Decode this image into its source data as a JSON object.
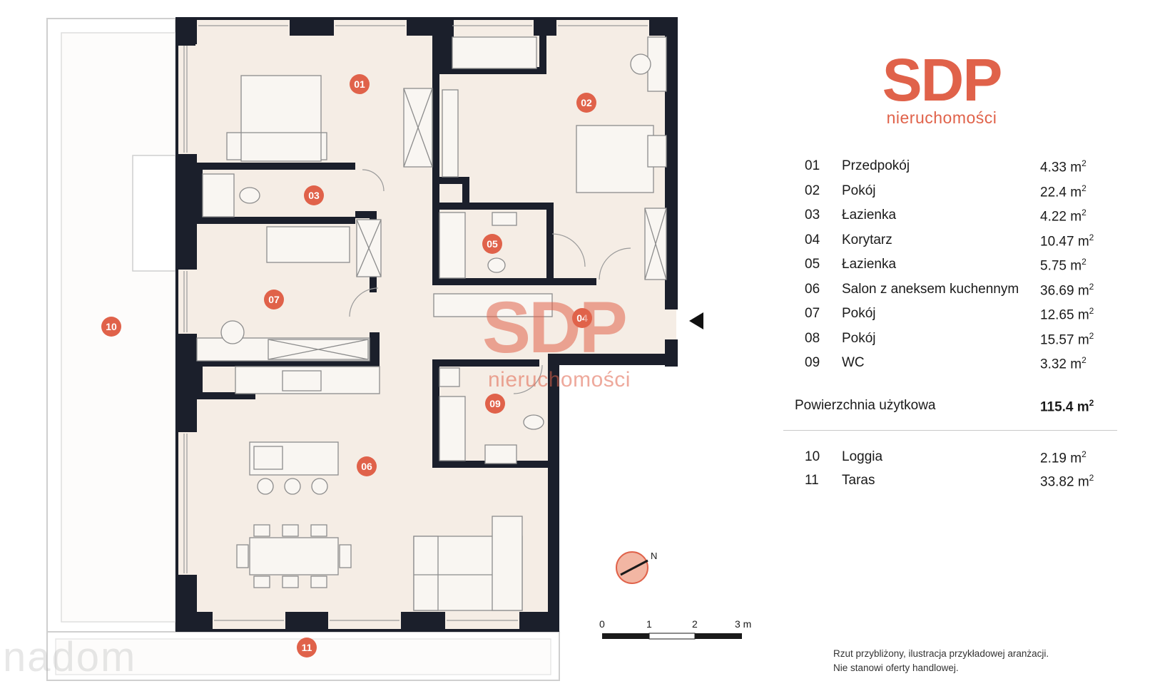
{
  "brand": {
    "logo_text": "SDP",
    "logo_subtitle": "nieruchomości",
    "color": "#e0624a"
  },
  "rooms": [
    {
      "num": "01",
      "name": "Przedpokój",
      "area": "4.33 m",
      "unit_sup": "2"
    },
    {
      "num": "02",
      "name": "Pokój",
      "area": "22.4 m",
      "unit_sup": "2"
    },
    {
      "num": "03",
      "name": "Łazienka",
      "area": "4.22 m",
      "unit_sup": "2"
    },
    {
      "num": "04",
      "name": "Korytarz",
      "area": "10.47 m",
      "unit_sup": "2"
    },
    {
      "num": "05",
      "name": "Łazienka",
      "area": "5.75 m",
      "unit_sup": "2"
    },
    {
      "num": "06",
      "name": "Salon z aneksem kuchennym",
      "area": "36.69 m",
      "unit_sup": "2"
    },
    {
      "num": "07",
      "name": "Pokój",
      "area": "12.65 m",
      "unit_sup": "2"
    },
    {
      "num": "08",
      "name": "Pokój",
      "area": "15.57 m",
      "unit_sup": "2"
    },
    {
      "num": "09",
      "name": "WC",
      "area": "3.32 m",
      "unit_sup": "2"
    }
  ],
  "total": {
    "label": "Powierzchnia użytkowa",
    "value": "115.4 m",
    "unit_sup": "2"
  },
  "outdoor": [
    {
      "num": "10",
      "name": "Loggia",
      "area": "2.19 m",
      "unit_sup": "2"
    },
    {
      "num": "11",
      "name": "Taras",
      "area": "33.82 m",
      "unit_sup": "2"
    }
  ],
  "plan_markers": [
    "01",
    "02",
    "03",
    "04",
    "05",
    "06",
    "07",
    "09",
    "10",
    "11"
  ],
  "compass_label": "N",
  "scale_labels": [
    "0",
    "1",
    "2",
    "3 m"
  ],
  "disclaimer": {
    "line1": "Rzut przybliżony, ilustracja przykładowej aranżacji.",
    "line2": "Nie stanowi oferty handlowej."
  },
  "watermark": {
    "site": "nadom"
  }
}
